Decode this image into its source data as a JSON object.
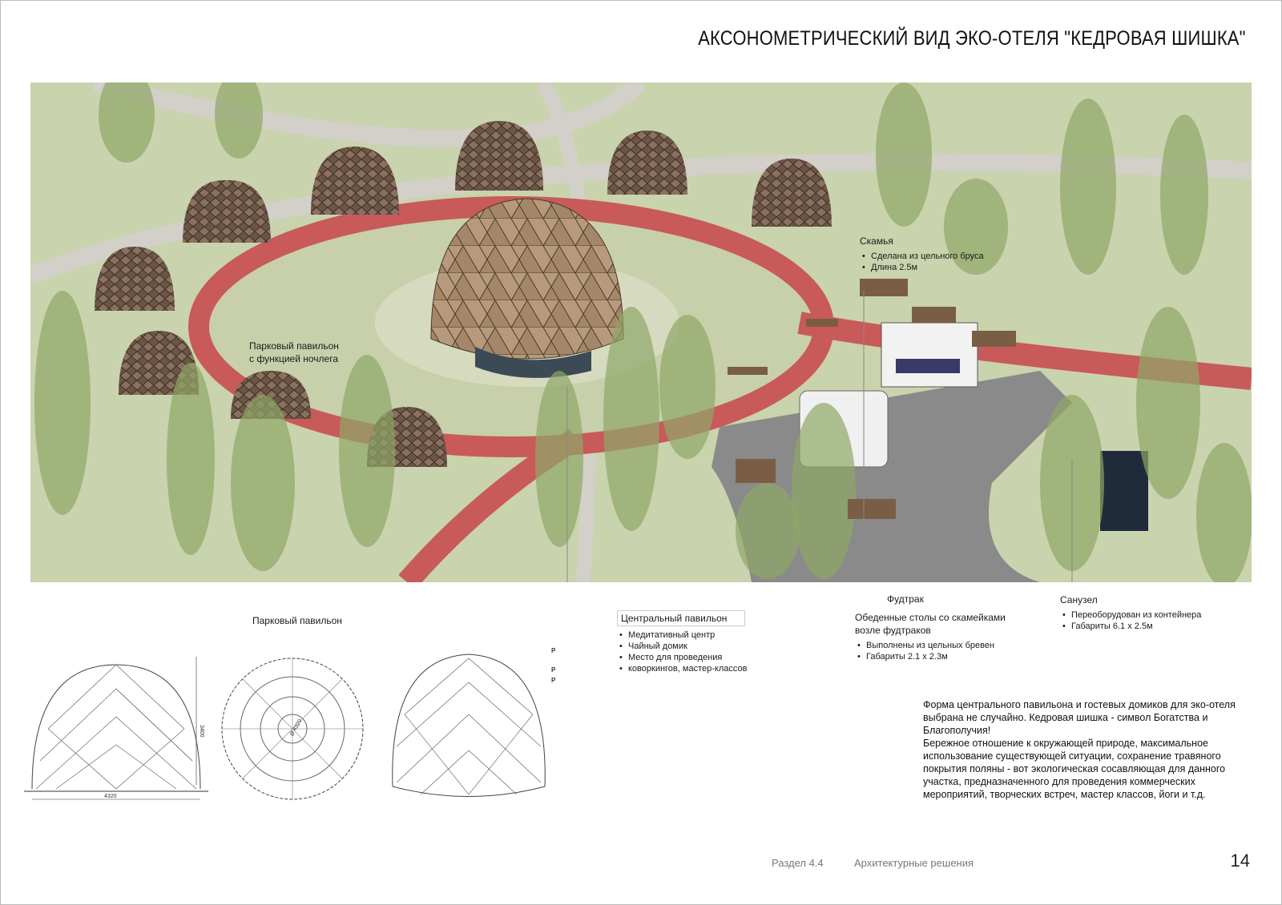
{
  "title": "АКСОНОМЕТРИЧЕСКИЙ ВИД ЭКО-ОТЕЛЯ \"КЕДРОВАЯ ШИШКА\"",
  "scene_labels": {
    "bench": {
      "title": "Скамья",
      "items": [
        "Сделана из цельного бруса",
        "Длина 2.5м"
      ]
    },
    "park_pavilion": {
      "line1": "Парковый павильон",
      "line2": "с функцией ночлега"
    }
  },
  "callouts": {
    "central": {
      "title": "Центральный павильон",
      "items": [
        "Медитативный центр",
        "Чайный домик",
        "Место для проведения",
        "коворкингов, мастер-классов"
      ]
    },
    "foodtruck": {
      "title": "Фудтрак"
    },
    "tables": {
      "line1": "Обеденные столы со скамейками",
      "line2": "возле фудтраков",
      "items": [
        "Выполнены из цельных бревен",
        "Габариты 2.1 х 2.3м"
      ]
    },
    "toilet": {
      "title": "Санузел",
      "items": [
        "Переоборудован из контейнера",
        "Габариты 6.1 х 2.5м"
      ]
    }
  },
  "drawings": {
    "title": "Парковый павильон",
    "height_dim": "3400",
    "width_dim": "4320",
    "diameter_dim": "Ø 4320",
    "side_marks": [
      "P",
      "P",
      "P"
    ]
  },
  "description": [
    "Форма центрального павильона и гостевых домиков для эко-отеля выбрана не случайно. Кедровая шишка - символ Богатства и Благополучия!",
    "Бережное отношение к окружающей природе, максимальное использование существующей ситуации, сохранение травяного покрытия поляны - вот экологическая сосавляющая для данного участка, предназначенного для проведения коммерческих мероприятий, творческих встреч, мастер классов, йоги и т.д."
  ],
  "footer": {
    "section": "Раздел 4.4",
    "subject": "Архитектурные решения",
    "page": "14"
  },
  "colors": {
    "grass": "#c9d3ad",
    "path_red": "#c85a5a",
    "asphalt": "#8a8a8a",
    "dome": "#6b5545",
    "tree": "#8ea666"
  }
}
